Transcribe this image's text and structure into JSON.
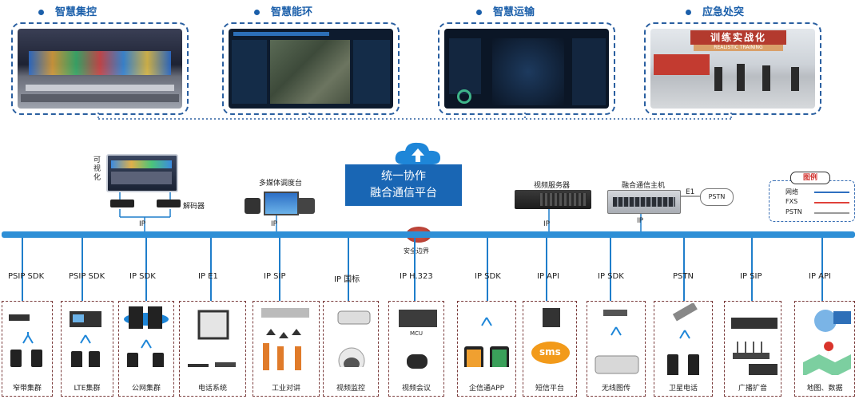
{
  "top_sections": [
    {
      "label": "智慧集控"
    },
    {
      "label": "智慧能环"
    },
    {
      "label": "智慧运输"
    },
    {
      "label": "应急处突"
    }
  ],
  "emergency_banner": "训练实战化",
  "emergency_banner_sub": "REALISTIC TRAINING",
  "platform": {
    "line1": "统一协作",
    "line2": "融合通信平台"
  },
  "security_label": "安全边界",
  "upper_devices": {
    "visual_label": "可\n视\n化",
    "decoder_label": "解码器",
    "dispatch_label": "多媒体调度台",
    "video_server_label": "视频服务器",
    "fusion_host_label": "融合通信主机",
    "e1_label": "E1",
    "pstn_cloud": "PSTN",
    "ip_labels": [
      "IP",
      "IP",
      "IP",
      "IP"
    ]
  },
  "legend": {
    "title": "图例",
    "items": [
      {
        "label": "网络",
        "color": "#2f6fc0"
      },
      {
        "label": "FXS",
        "color": "#e0413a"
      },
      {
        "label": "PSTN",
        "color": "#9a9a9a"
      }
    ]
  },
  "subsystems": [
    {
      "protocol": "PSIP  SDK",
      "name": "窄带集群"
    },
    {
      "protocol": "PSIP  SDK",
      "name": "LTE集群"
    },
    {
      "protocol": "IP  SDK",
      "name": "公网集群"
    },
    {
      "protocol": "IP  E1",
      "name": "电话系统"
    },
    {
      "protocol": "IP  SIP",
      "name": "工业对讲"
    },
    {
      "protocol": "IP  国标",
      "name": "视频监控"
    },
    {
      "protocol": "IP H.323",
      "name": "视频会议"
    },
    {
      "protocol": "IP  SDK",
      "name": "企信通APP"
    },
    {
      "protocol": "IP  API",
      "name": "短信平台"
    },
    {
      "protocol": "IP  SDK",
      "name": "无线图传"
    },
    {
      "protocol": "PSTN",
      "name": "卫星电话"
    },
    {
      "protocol": "IP  SIP",
      "name": "广播扩音"
    },
    {
      "protocol": "IP  API",
      "name": "地图、数据"
    }
  ],
  "mcu_label": "MCU",
  "sms_label": "sms"
}
